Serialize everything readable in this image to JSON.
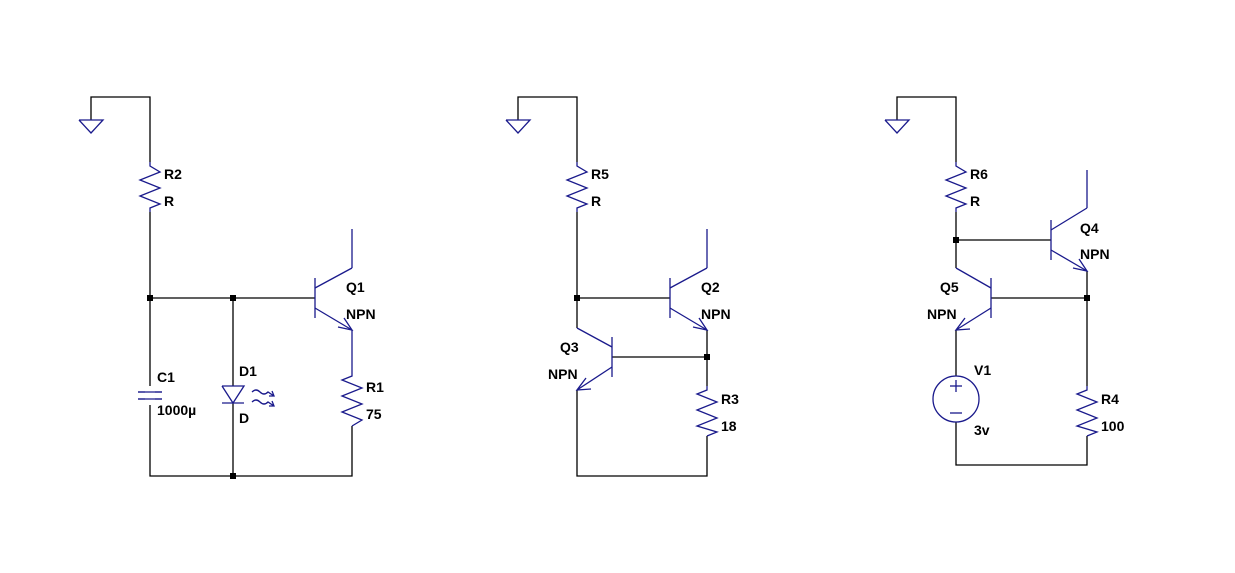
{
  "components": {
    "R2": {
      "ref": "R2",
      "value": "R"
    },
    "C1": {
      "ref": "C1",
      "value": "1000µ"
    },
    "D1": {
      "ref": "D1",
      "value": "D"
    },
    "Q1": {
      "ref": "Q1",
      "value": "NPN"
    },
    "R1": {
      "ref": "R1",
      "value": "75"
    },
    "R5": {
      "ref": "R5",
      "value": "R"
    },
    "Q2": {
      "ref": "Q2",
      "value": "NPN"
    },
    "Q3": {
      "ref": "Q3",
      "value": "NPN"
    },
    "R3": {
      "ref": "R3",
      "value": "18"
    },
    "R6": {
      "ref": "R6",
      "value": "R"
    },
    "Q4": {
      "ref": "Q4",
      "value": "NPN"
    },
    "Q5": {
      "ref": "Q5",
      "value": "NPN"
    },
    "V1": {
      "ref": "V1",
      "value": "3v"
    },
    "R4": {
      "ref": "R4",
      "value": "100"
    }
  },
  "colors": {
    "wire": "#000000",
    "component": "#1a1a8c",
    "background": "#ffffff"
  }
}
